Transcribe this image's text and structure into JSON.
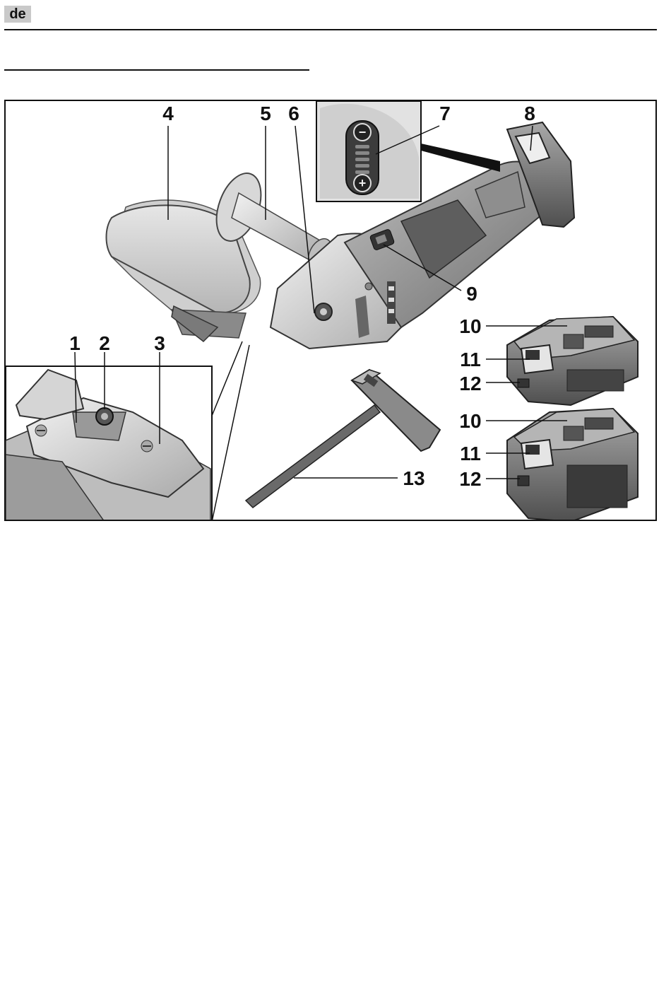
{
  "header": {
    "language_tag": "de"
  },
  "figure": {
    "callouts": [
      {
        "id": "c1",
        "label": "1"
      },
      {
        "id": "c2",
        "label": "2"
      },
      {
        "id": "c3",
        "label": "3"
      },
      {
        "id": "c4",
        "label": "4"
      },
      {
        "id": "c5",
        "label": "5"
      },
      {
        "id": "c6",
        "label": "6"
      },
      {
        "id": "c7",
        "label": "7"
      },
      {
        "id": "c8",
        "label": "8"
      },
      {
        "id": "c9",
        "label": "9"
      },
      {
        "id": "c10a",
        "label": "10"
      },
      {
        "id": "c11a",
        "label": "11"
      },
      {
        "id": "c12a",
        "label": "12"
      },
      {
        "id": "c10b",
        "label": "10"
      },
      {
        "id": "c11b",
        "label": "11"
      },
      {
        "id": "c12b",
        "label": "12"
      },
      {
        "id": "c13",
        "label": "13"
      }
    ],
    "display_symbols": {
      "minus": "−",
      "plus": "+"
    }
  }
}
